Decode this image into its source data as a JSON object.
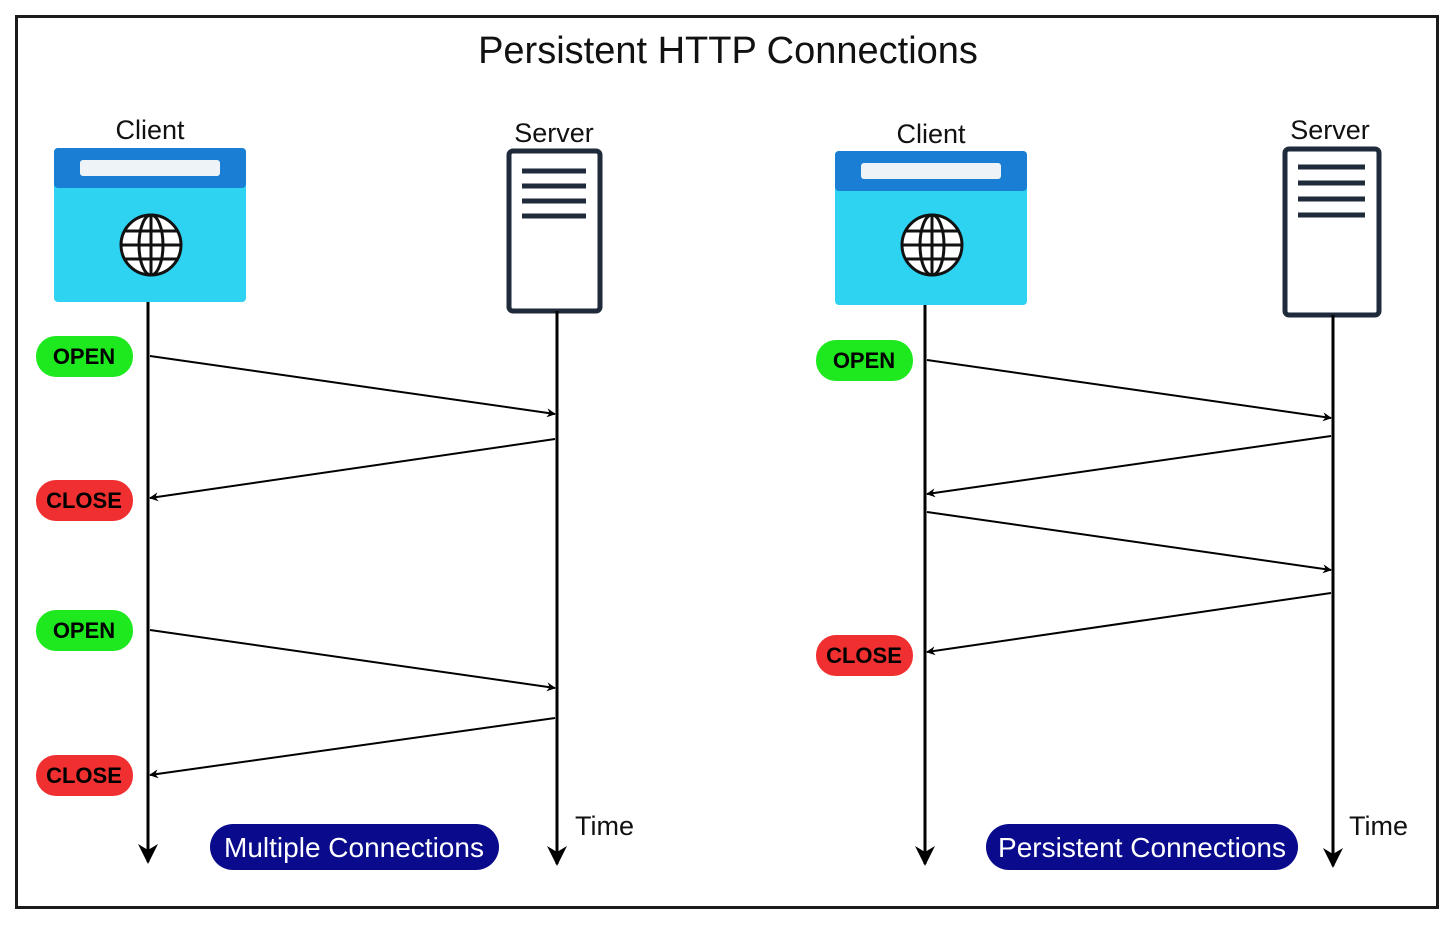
{
  "title": "Persistent HTTP Connections",
  "colors": {
    "open_pill": "#1ee81e",
    "close_pill": "#f03030",
    "caption_pill": "#0a0a8c",
    "browser_top": "#1a7fd4",
    "browser_body": "#2ed3f2",
    "server_outline": "#1f2a3a"
  },
  "left": {
    "client_label": "Client",
    "server_label": "Server",
    "time_label": "Time",
    "caption": "Multiple Connections",
    "pills": [
      "OPEN",
      "CLOSE",
      "OPEN",
      "CLOSE"
    ]
  },
  "right": {
    "client_label": "Client",
    "server_label": "Server",
    "time_label": "Time",
    "caption": "Persistent Connections",
    "pills": [
      "OPEN",
      "CLOSE"
    ]
  },
  "icons": [
    "browser-window-icon",
    "globe-icon",
    "server-icon"
  ]
}
